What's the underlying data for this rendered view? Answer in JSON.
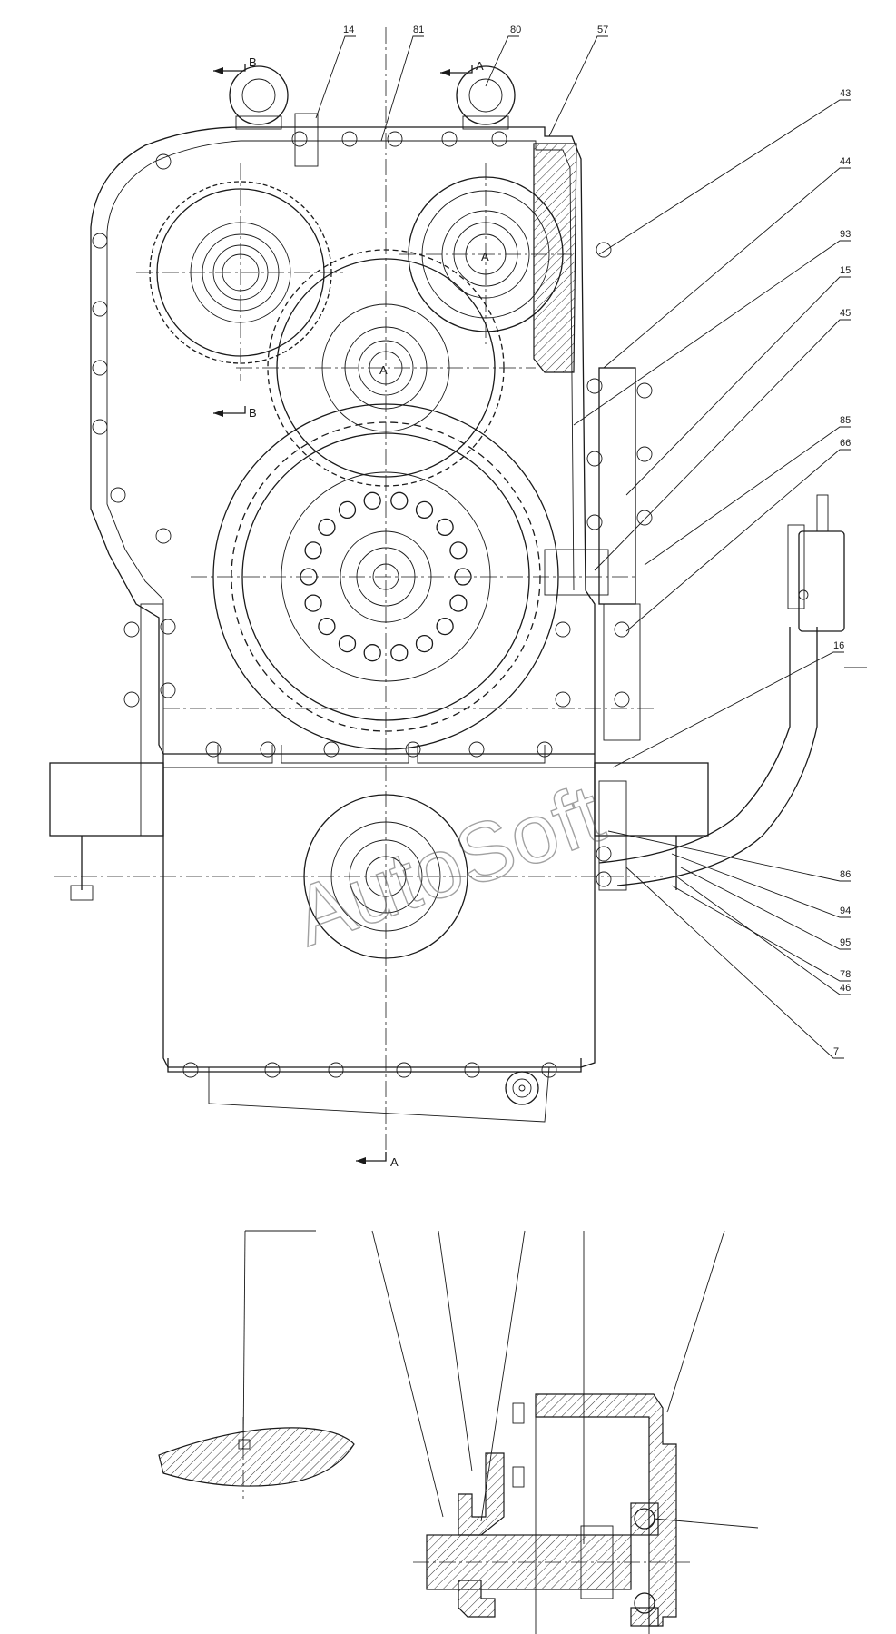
{
  "watermark": "AutoSoft",
  "section_marks": {
    "b_top": "B",
    "a_top": "A",
    "b_mid": "B",
    "a_bottom": "A",
    "a_gear1": "A",
    "a_gear2": "A"
  },
  "callouts": [
    {
      "id": "c14",
      "label": "14"
    },
    {
      "id": "c81",
      "label": "81"
    },
    {
      "id": "c80",
      "label": "80"
    },
    {
      "id": "c57",
      "label": "57"
    },
    {
      "id": "c43",
      "label": "43"
    },
    {
      "id": "c44",
      "label": "44"
    },
    {
      "id": "c93",
      "label": "93"
    },
    {
      "id": "c15",
      "label": "15"
    },
    {
      "id": "c45",
      "label": "45"
    },
    {
      "id": "c85",
      "label": "85"
    },
    {
      "id": "c66",
      "label": "66"
    },
    {
      "id": "c16",
      "label": "16"
    },
    {
      "id": "c86",
      "label": "86"
    },
    {
      "id": "c94",
      "label": "94"
    },
    {
      "id": "c95",
      "label": "95"
    },
    {
      "id": "c46",
      "label": "46"
    },
    {
      "id": "c78",
      "label": "78"
    },
    {
      "id": "c7",
      "label": "7"
    }
  ]
}
